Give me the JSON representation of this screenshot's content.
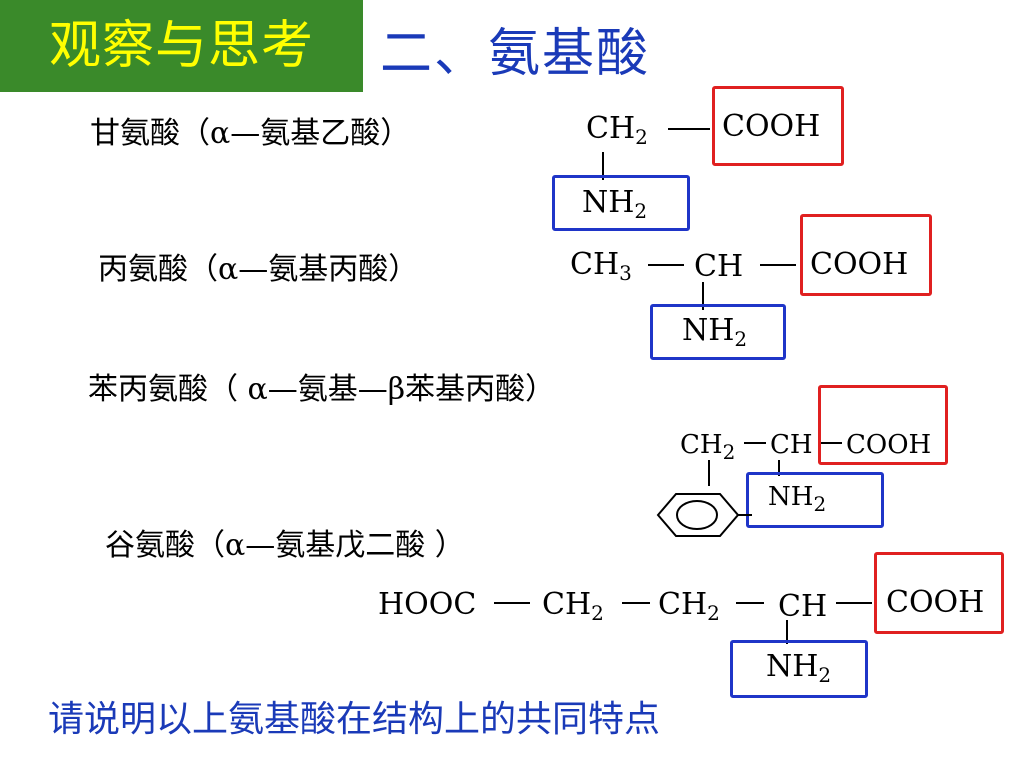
{
  "badge": "观察与思考",
  "title": "二、氨基酸",
  "amino_acids": [
    {
      "name": "甘氨酸（α—氨基乙酸）",
      "formula": {
        "ch2": "CH",
        "cooh": "COOH",
        "nh2": "NH",
        "sub": "2"
      }
    },
    {
      "name": "丙氨酸（α—氨基丙酸）",
      "formula": {
        "ch3": "CH",
        "sub3": "3",
        "ch": "CH",
        "cooh": "COOH",
        "nh2": "NH",
        "sub": "2"
      }
    },
    {
      "name": "苯丙氨酸（ α—氨基—β苯基丙酸）",
      "formula": {
        "ch2": "CH",
        "ch": "CH",
        "cooh": "COOH",
        "nh2": "NH",
        "sub": "2"
      }
    },
    {
      "name": "谷氨酸（α—氨基戊二酸 ）",
      "formula": {
        "hooc": "HOOC",
        "ch2a": "CH",
        "ch2b": "CH",
        "ch": "CH",
        "cooh": "COOH",
        "nh2": "NH",
        "sub": "2"
      }
    }
  ],
  "question": "请说明以上氨基酸在结构上的共同特点",
  "colors": {
    "badge_bg": "#3a8a2a",
    "badge_text": "#ffff00",
    "title": "#1a3ab8",
    "carboxyl_box": "#e02020",
    "amino_box": "#1f35c8"
  }
}
